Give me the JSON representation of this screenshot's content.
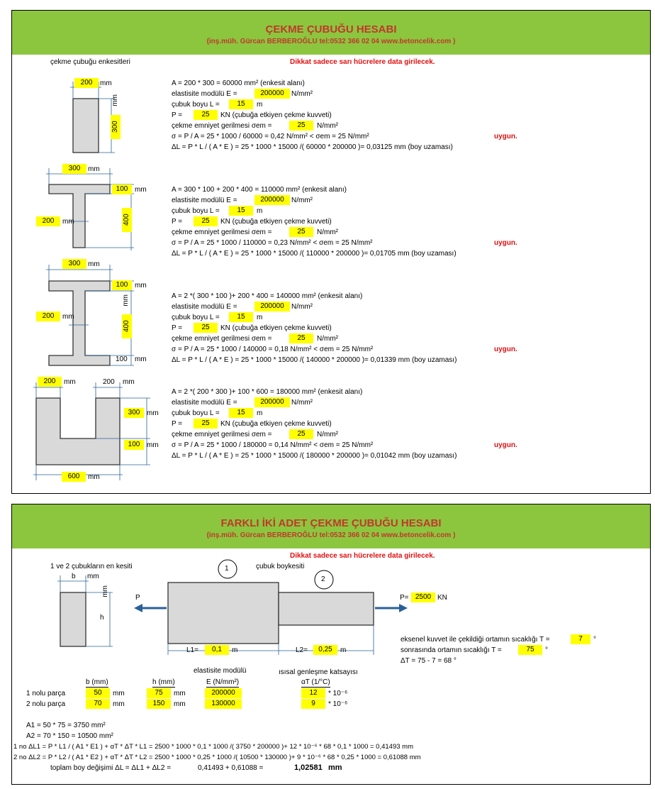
{
  "panel1": {
    "title": "ÇEKME ÇUBUĞU HESABI",
    "subtitle": "(inş.müh. Gürcan BERBEROĞLU tel:0532 366 02 04   www.betoncelik.com )",
    "sections_label": "çekme çubuğu enkesitleri",
    "warning": "Dikkat sadece sarı hücrelere data girilecek.",
    "s1": {
      "dim_w": "200",
      "dim_w_unit": "mm",
      "dim_h": "300",
      "dim_h_unit": "mm",
      "area": "A =     200    *    300    =   60000    mm²          (enkesit alanı)",
      "e_label": "elastisite modülü    E =",
      "e_val": "200000",
      "e_unit": "N/mm²",
      "l_label": "çubuk boyu   L =",
      "l_val": "15",
      "l_unit": "m",
      "p_label": "P =",
      "p_val": "25",
      "p_unit": "KN      (çubuğa etkiyen çekme kuvveti)",
      "s_label": "çekme emniyet gerilmesi   σem =",
      "s_val": "25",
      "s_unit": "N/mm²",
      "stress": "σ = P / A =         25      *   1000   /      60000     =  0,42  N/mm²       <  σem =    25    N/mm²",
      "ok": "uygun.",
      "elong": "ΔL = P * L / ( A * E ) =         25      *   1000    *    15000     /(    60000     *    200000   )=  0,03125  mm      (boy uzaması)"
    },
    "s2": {
      "dim_top": "300",
      "dim_top_unit": "mm",
      "dim_flange": "100",
      "dim_flange_unit": "mm",
      "dim_web": "200",
      "dim_web_unit": "mm",
      "dim_web_h": "400",
      "area": "A =     300    *    100    +    200    *    400    =   110000    mm²          (enkesit alanı)",
      "e_label": "elastisite modülü    E =",
      "e_val": "200000",
      "e_unit": "N/mm²",
      "l_label": "çubuk boyu   L =",
      "l_val": "15",
      "l_unit": "m",
      "p_label": "P =",
      "p_val": "25",
      "p_unit": "KN      (çubuğa etkiyen çekme kuvveti)",
      "s_label": "çekme emniyet gerilmesi   σem =",
      "s_val": "25",
      "s_unit": "N/mm²",
      "stress": "σ = P / A =         25      *   1000   /     110000     =  0,23  N/mm²       <  σem =    25    N/mm²",
      "ok": "uygun.",
      "elong": "ΔL = P * L / ( A * E ) =         25      *   1000    *    15000     /(   110000     *    200000   )=  0,01705  mm      (boy uzaması)"
    },
    "s3": {
      "dim_top": "300",
      "dim_top_unit": "mm",
      "dim_f1": "100",
      "dim_f1_unit": "mm",
      "dim_web": "200",
      "dim_web_unit": "mm",
      "dim_web_h": "400",
      "dim_mm": "mm",
      "dim_f2": "100",
      "dim_f2_unit": "mm",
      "area": "A =     2  *(   300    *    100   )+   200    *    400    =   140000    mm²          (enkesit alanı)",
      "e_label": "elastisite modülü    E =",
      "e_val": "200000",
      "e_unit": "N/mm²",
      "l_label": "çubuk boyu   L =",
      "l_val": "15",
      "l_unit": "m",
      "p_label": "P =",
      "p_val": "25",
      "p_unit": "KN      (çubuğa etkiyen çekme kuvveti)",
      "s_label": "çekme emniyet gerilmesi   σem =",
      "s_val": "25",
      "s_unit": "N/mm²",
      "stress": "σ = P / A =         25      *   1000   /     140000     =  0,18  N/mm²       <  σem =    25    N/mm²",
      "ok": "uygun.",
      "elong": "ΔL = P * L / ( A * E ) =         25      *   1000    *    15000     /(   140000     *    200000   )=  0,01339  mm      (boy uzaması)"
    },
    "s4": {
      "dim_leg": "200",
      "dim_leg_unit": "mm",
      "dim_leg2": "200",
      "dim_leg2_unit": "mm",
      "dim_h1": "300",
      "dim_h1_unit": "mm",
      "dim_h2": "100",
      "dim_h2_unit": "mm",
      "dim_w": "600",
      "dim_w_unit": "mm",
      "area": "A =     2  *(   200    *    300   )+   100    *    600    =   180000    mm²          (enkesit alanı)",
      "e_label": "elastisite modülü    E =",
      "e_val": "200000",
      "e_unit": "N/mm²",
      "l_label": "çubuk boyu   L =",
      "l_val": "15",
      "l_unit": "m",
      "p_label": "P =",
      "p_val": "25",
      "p_unit": "KN      (çubuğa etkiyen çekme kuvveti)",
      "s_label": "çekme emniyet gerilmesi   σem =",
      "s_val": "25",
      "s_unit": "N/mm²",
      "stress": "σ = P / A =         25      *   1000   /     180000     =  0,14  N/mm²       <  σem =    25    N/mm²",
      "ok": "uygun.",
      "elong": "ΔL = P * L / ( A * E ) =         25      *   1000    *    15000     /(   180000     *    200000   )=  0,01042  mm      (boy uzaması)"
    }
  },
  "panel2": {
    "title": "FARKLI İKİ ADET ÇEKME ÇUBUĞU HESABI",
    "subtitle": "(inş.müh. Gürcan BERBEROĞLU tel:0532 366 02 04   www.betoncelik.com )",
    "warning": "Dikkat sadece sarı hücrelere data girilecek.",
    "section_label": "1 ve 2 çubukların en kesiti",
    "long_label": "çubuk boykesiti",
    "b": "b",
    "b_unit": "mm",
    "h": "h",
    "h_unit": "mm",
    "circle1": "1",
    "circle2": "2",
    "p_left": "P",
    "p_right_label": "P=",
    "p_right_val": "2500",
    "p_right_unit": "KN",
    "l1_label": "L1=",
    "l1_val": "0,1",
    "l1_unit": "m",
    "l2_label": "L2=",
    "l2_val": "0,25",
    "l2_unit": "m",
    "t1_label": "eksenel kuvvet ile çekildiği ortamın sıcaklığı   T =",
    "t1_val": "7",
    "t1_unit": "°",
    "t2_label": "sonrasında ortamın sıcaklığı   T =",
    "t2_val": "75",
    "t2_unit": "°",
    "dt": "ΔT =      75     -      7      =      68     °",
    "col_e_title": "elastisite modülü",
    "col_a_title": "ısısal genleşme katsayısı",
    "col_b": "b (mm)",
    "col_h": "h (mm)",
    "col_e": "E (N/mm²)",
    "col_a": "αT (1/°C)",
    "row1_label": "1  nolu parça",
    "row1_b": "50",
    "row1_h": "75",
    "row1_e": "200000",
    "row1_a": "12",
    "row2_label": "2  nolu parça",
    "row2_b": "70",
    "row2_h": "150",
    "row2_e": "130000",
    "row2_a": "9",
    "mm": "mm",
    "pow": "* 10⁻⁶",
    "a1": "A1 =      50      *     75      =       3750       mm²",
    "a2": "A2 =      70      *    150      =     10500       mm²",
    "dl1": "1 no     ΔL1 = P * L1 / ( A1 * E1 ) + αT * ΔT * L1 =    2500   *   1000   *    0,1    *   1000   /(      3750      *    200000    )+     12   * 10⁻⁶   *      68     *    0,1    *   1000   =   0,41493   mm",
    "dl2": "2 no     ΔL2 = P * L2 / ( A1 * E2 ) + αT * ΔT * L2 =    2500   *   1000   *   0,25    *   1000   /(    10500      *    130000    )+      9   * 10⁻⁶   *      68     *   0,25    *   1000   =   0,61088   mm",
    "total_label": "toplam boy değişimi    ΔL = ΔL1 + ΔL2 =",
    "total_calc": "0,41493    +    0,61088    =",
    "total_val": "1,02581",
    "total_unit": "mm"
  }
}
